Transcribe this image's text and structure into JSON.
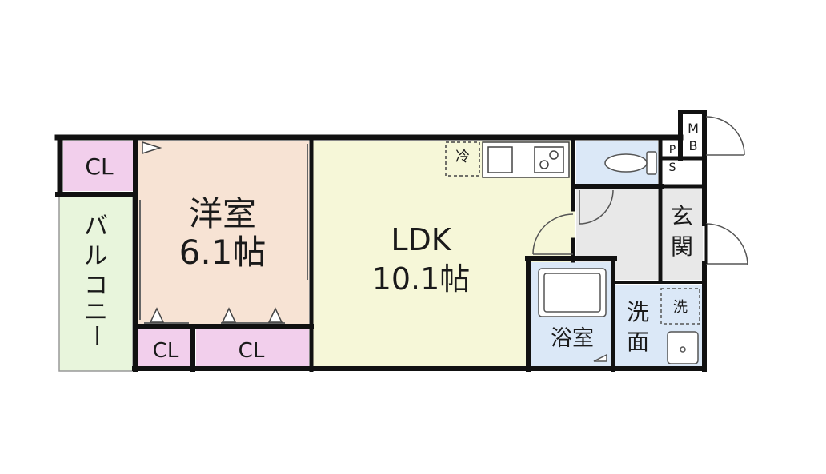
{
  "rooms": {
    "western_room": {
      "name": "洋室",
      "size": "6.1帖"
    },
    "ldk": {
      "name": "LDK",
      "size": "10.1帖"
    },
    "closet_top": "CL",
    "closet_bottom_small": "CL",
    "closet_bottom_wide": "CL",
    "balcony": [
      "バ",
      "ル",
      "コ",
      "ニ",
      "ー"
    ],
    "bathroom": "浴室",
    "washroom": [
      "洗",
      "面"
    ],
    "entrance": [
      "玄",
      "関"
    ],
    "meter_box": [
      "M",
      "B"
    ],
    "pipe_space": [
      "P",
      "S"
    ],
    "fridge_mark": "冷",
    "washer_mark": "洗"
  },
  "colors": {
    "western_room": "#f7e3d4",
    "ldk": "#f6f7d8",
    "closet": "#f2cfec",
    "balcony": "#e8f5dc",
    "wet_area": "#dbe8f7",
    "floor_gray": "#e8e8e8",
    "wall": "#111111"
  }
}
